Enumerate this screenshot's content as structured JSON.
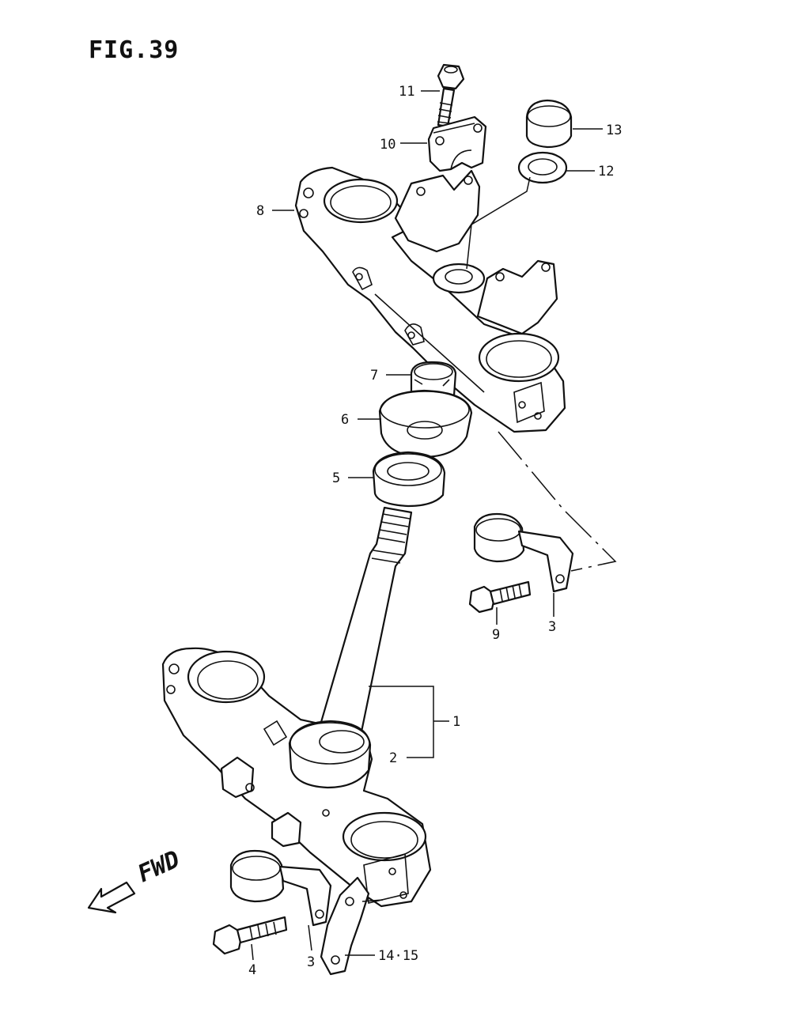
{
  "figure": {
    "title": "FIG.39"
  },
  "direction": {
    "text": "FWD"
  },
  "callouts": {
    "p1": "1",
    "p2": "2",
    "p3a": "3",
    "p3b": "3",
    "p4": "4",
    "p5": "5",
    "p6": "6",
    "p7": "7",
    "p8": "8",
    "p9": "9",
    "p10": "10",
    "p11": "11",
    "p12": "12",
    "p13": "13",
    "p14_15": "14·15"
  }
}
